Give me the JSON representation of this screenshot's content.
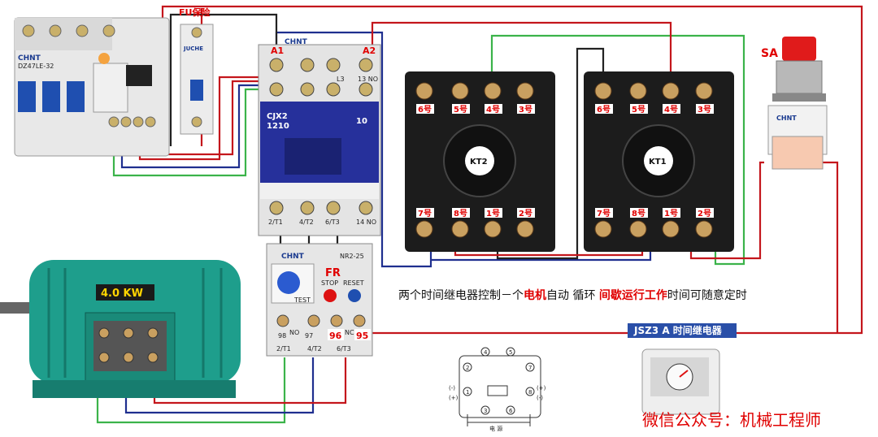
{
  "labels": {
    "fuse": "FU保险",
    "contactor_a1": "A1",
    "contactor_a2": "A2",
    "contactor_l3": "L3",
    "contactor_13no": "13 NO",
    "contactor_brand": "CHNT",
    "contactor_model": "CJX2\n1210",
    "contactor_model_line1": "CJX2",
    "contactor_model_line2": "1210",
    "contactor_10": "10",
    "contactor_bottom": [
      "2/T1",
      "4/T2",
      "6/T3",
      "14 NO"
    ],
    "breaker_brand": "CHNT",
    "breaker_model": "DZ47LE-32",
    "small_breaker_brand": "JUCHE",
    "timer_kt2": "KT2",
    "timer_kt1": "KT1",
    "timer_top_terms": [
      "6号",
      "5号",
      "4号",
      "3号"
    ],
    "timer_bottom_terms": [
      "7号",
      "8号",
      "1号",
      "2号"
    ],
    "switch_label": "SA",
    "switch_brand": "CHNT",
    "motor_power": "4.0 KW",
    "overload_brand": "CHNT",
    "overload_model": "NR2-25",
    "overload_fr": "FR",
    "overload_stop": "STOP",
    "overload_reset": "RESET",
    "overload_test": "TEST",
    "overload_nc_labels": [
      "98",
      "NO",
      "97",
      "NC"
    ],
    "overload_96": "96",
    "overload_95": "95",
    "overload_bottom": [
      "2/T1",
      "4/T2",
      "6/T3"
    ],
    "caption_parts": [
      "两个时间继电器控制－个",
      "电机",
      "自动 循环 ",
      "间歇运行工作",
      "时间可随意定时"
    ],
    "timer_model_badge": "JSZ3 A 时间继电器",
    "pin_numbers": [
      "4",
      "5",
      "2",
      "7",
      "1",
      "8",
      "3",
      "6"
    ],
    "pin_side_marks": [
      "(-)",
      "(+)",
      "(+)",
      "(-)"
    ],
    "power_label": "电 源",
    "watermark": "微信公众号：机械工程师"
  },
  "colors": {
    "wire_red": "#c4161c",
    "wire_blue": "#1f2f8f",
    "wire_green": "#3bb34a",
    "wire_dark": "#222222",
    "contactor_blue": "#26309b",
    "motor_teal": "#1e9e8c",
    "timer_base": "#1c1c1c",
    "accent_red": "#e00000"
  }
}
